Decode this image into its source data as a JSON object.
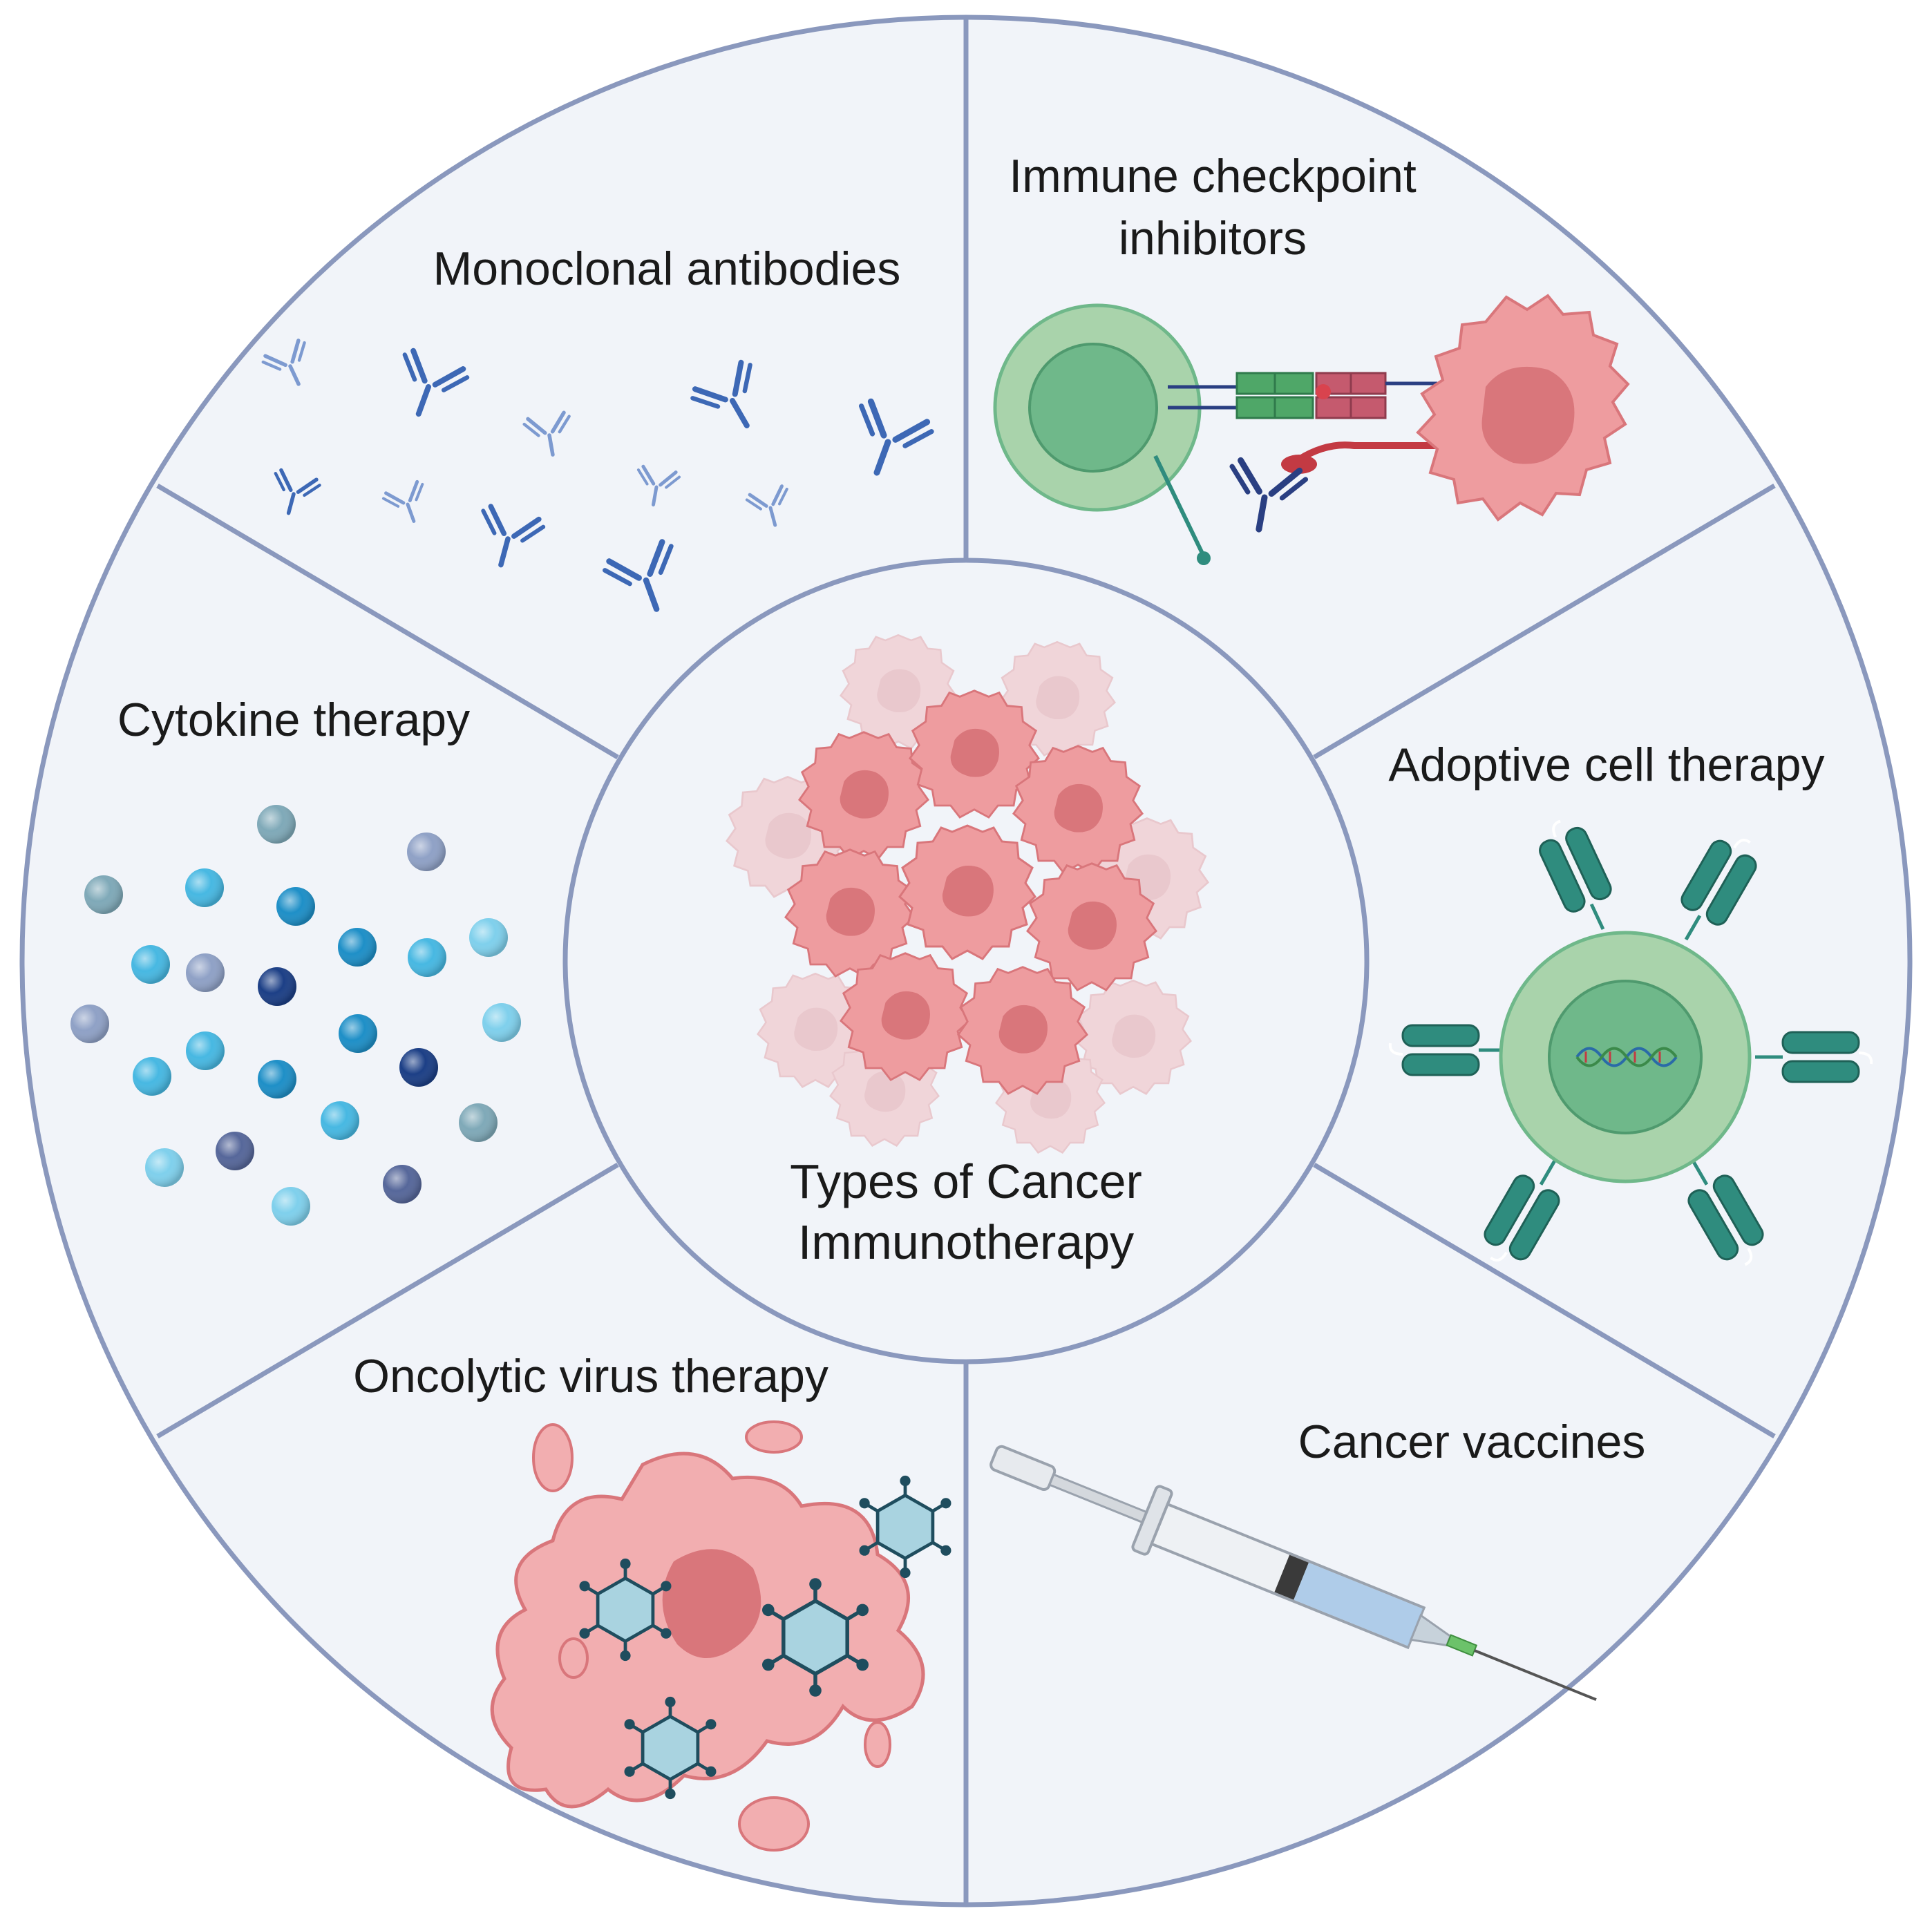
{
  "center": {
    "title_line1": "Types of Cancer",
    "title_line2": "Immunotherapy"
  },
  "segments": {
    "monoclonal": {
      "label": "Monoclonal antibodies"
    },
    "checkpoint": {
      "label_line1": "Immune checkpoint",
      "label_line2": "inhibitors"
    },
    "adoptive": {
      "label": "Adoptive cell therapy"
    },
    "vaccines": {
      "label": "Cancer vaccines"
    },
    "oncolytic": {
      "label": "Oncolytic virus therapy"
    },
    "cytokine": {
      "label": "Cytokine therapy"
    }
  },
  "colors": {
    "ring_stroke": "#8a98bd",
    "panel_fill": "#f1f4f9",
    "antibody": "#3d68b5",
    "antibody_dark": "#2a3f82",
    "tcell_outer": "#a9d3ab",
    "tcell_inner": "#6fb88a",
    "tumor_fill": "#ee9c9f",
    "tumor_nucleus": "#d9767b",
    "receptor_teal": "#2f8c7e",
    "virus_fill": "#a9d3e0",
    "virus_node": "#1f4d5e",
    "cytokine_light": "#6ccbe8",
    "cytokine_mid": "#2aa3d3",
    "cytokine_dark": "#1c3f86",
    "cytokine_gray": "#8fa1c6"
  },
  "icons": [
    "antibody-icon",
    "t-cell-icon",
    "tumor-cell-icon",
    "syringe-icon",
    "virus-icon",
    "cytokine-icon",
    "dna-icon",
    "receptor-icon"
  ]
}
